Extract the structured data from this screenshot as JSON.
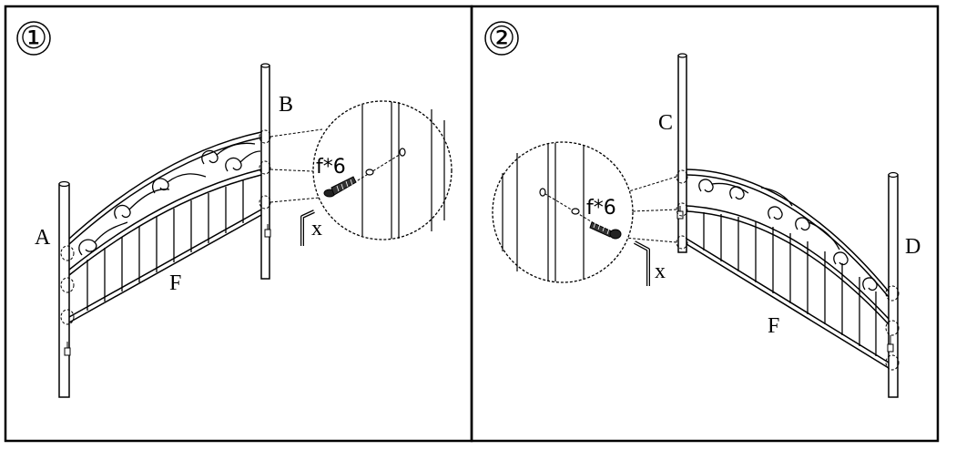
{
  "panels": [
    {
      "step": "①",
      "labels": {
        "post_left": "A",
        "post_right": "B",
        "panel": "F",
        "tool": "x"
      },
      "callout": "f*6"
    },
    {
      "step": "②",
      "labels": {
        "post_left": "C",
        "post_right": "D",
        "panel": "F",
        "tool": "x"
      },
      "callout": "f*6"
    }
  ],
  "colors": {
    "line": "#000000",
    "background": "#ffffff"
  }
}
